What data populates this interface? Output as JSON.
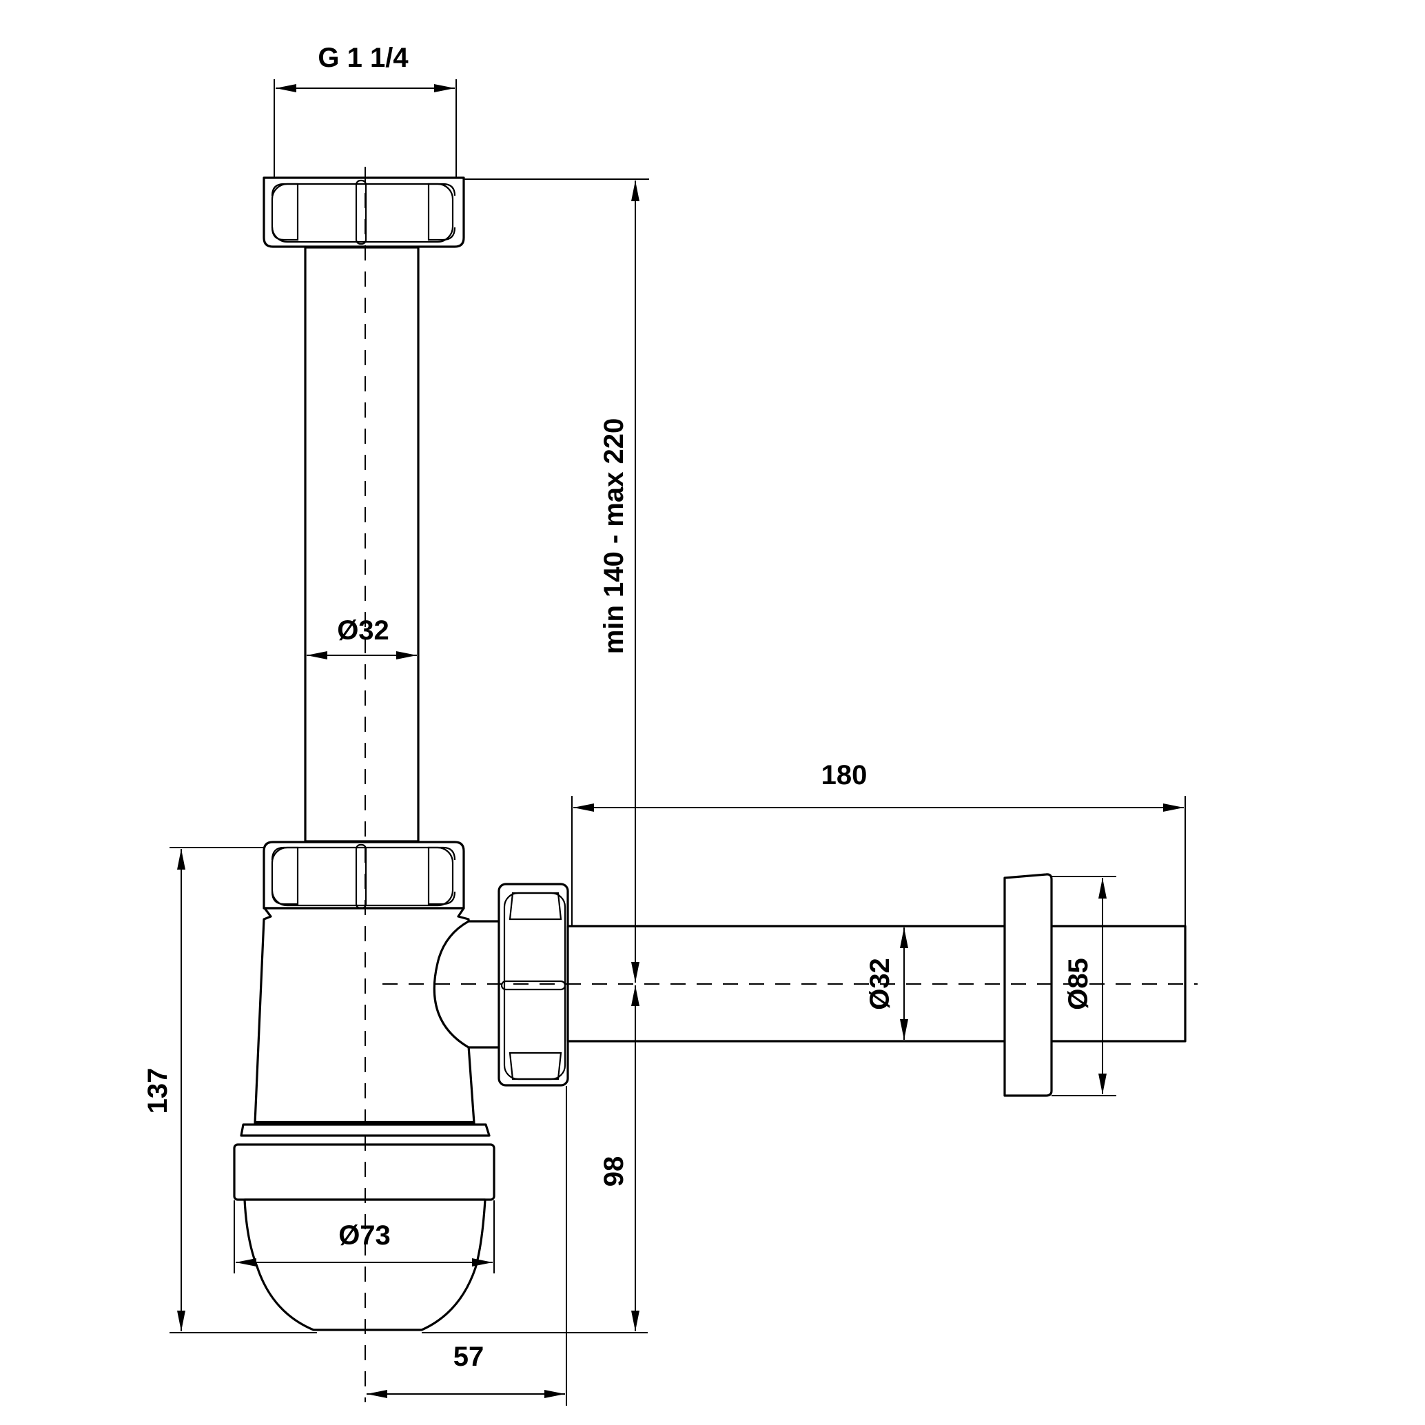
{
  "drawing": {
    "dimensions": {
      "inlet_thread": "G 1 1/4",
      "pipe_height": "min 140 - max 220",
      "vertical_pipe_diameter": "Ø32",
      "outlet_length": "180",
      "outlet_pipe_diameter": "Ø32",
      "wall_flange_diameter": "Ø85",
      "total_height": "137",
      "outlet_height": "98",
      "cup_diameter": "Ø73",
      "outlet_offset": "57"
    }
  }
}
